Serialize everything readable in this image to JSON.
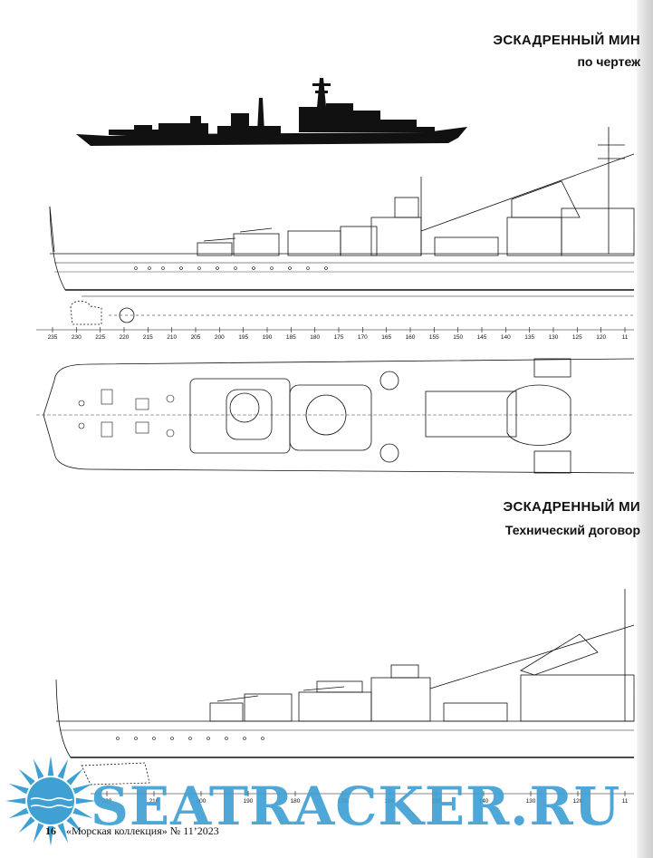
{
  "headings": {
    "top_title": "ЭСКАДРЕННЫЙ МИН",
    "top_subtitle": "по чертеж",
    "bottom_title": "ЭСКАДРЕННЫЙ МИ",
    "bottom_subtitle": "Технический договор"
  },
  "frame_scale_top": [
    "235",
    "230",
    "225",
    "220",
    "215",
    "210",
    "205",
    "200",
    "195",
    "190",
    "185",
    "180",
    "175",
    "170",
    "165",
    "160",
    "155",
    "150",
    "145",
    "140",
    "135",
    "130",
    "125",
    "120",
    "11"
  ],
  "frame_scale_bottom": [
    "220",
    "210",
    "200",
    "190",
    "180",
    "170",
    "160",
    "150",
    "140",
    "130",
    "120",
    "11"
  ],
  "footer": {
    "page_number": "16",
    "magazine": "«Морская коллекция» № 11’2023"
  },
  "watermark": {
    "text": "SEATRACKER.RU",
    "color": "#3fa0d3"
  },
  "colors": {
    "ink": "#111111",
    "paper": "#ffffff",
    "watermark": "#3fa0d3"
  },
  "icons": [
    "sun-logo-icon"
  ]
}
